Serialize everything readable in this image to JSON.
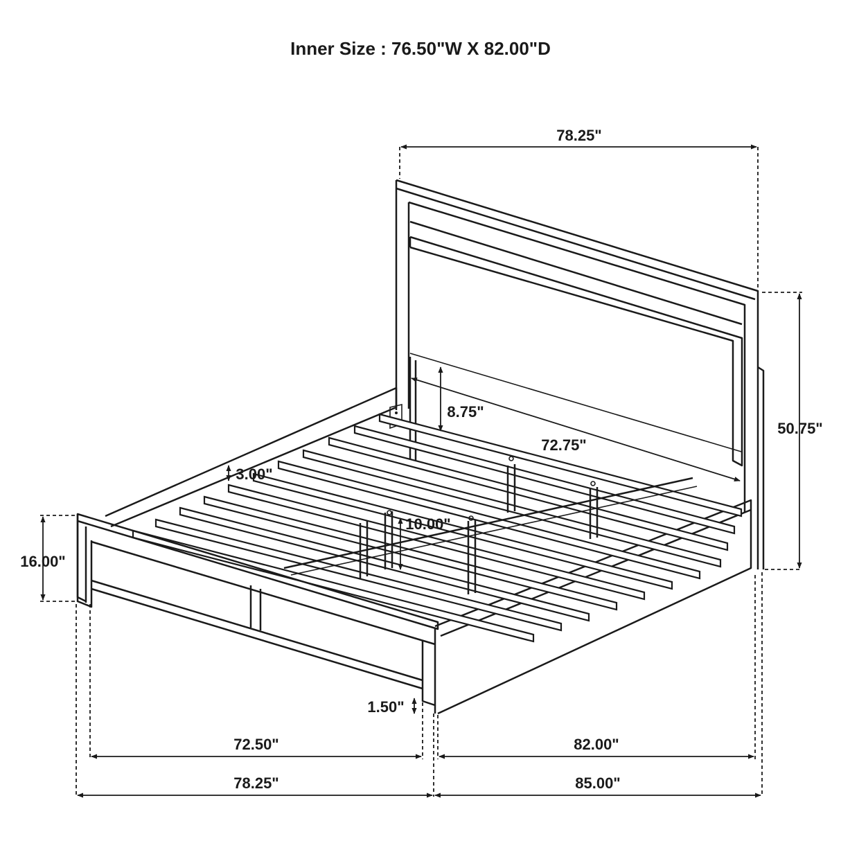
{
  "title": "Inner Size : 76.50\"W X 82.00\"D",
  "dimensions": {
    "headboard_width": "78.25\"",
    "headboard_height": "50.75\"",
    "inner_width": "72.75\"",
    "headboard_clearance": "8.75\"",
    "side_rail_height": "3.00\"",
    "slat_clearance": "10.00\"",
    "footboard_height": "16.00\"",
    "leg_height": "1.50\"",
    "footboard_inner_width": "72.50\"",
    "overall_width": "78.25\"",
    "inner_length": "82.00\"",
    "overall_length": "85.00\""
  },
  "colors": {
    "line": "#1a1a1a",
    "background": "#ffffff"
  }
}
